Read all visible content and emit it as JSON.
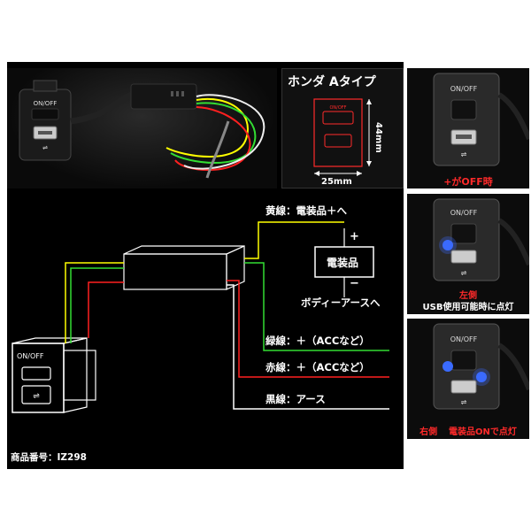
{
  "header_photo": {
    "switch_label": "ON/OFF"
  },
  "dimension_panel": {
    "title": "ホンダ Aタイプ",
    "width_label": "25mm",
    "height_label": "44mm",
    "switch_label": "ON/OFF"
  },
  "side_photos": [
    {
      "switch_label": "ON/OFF",
      "caption": "+がOFF時",
      "caption_color": "#ff2a2a"
    },
    {
      "switch_label": "ON/OFF",
      "caption_line1": "左側",
      "caption_line2": "USB使用可能時に点灯"
    },
    {
      "switch_label": "ON/OFF",
      "caption_part1": "右側",
      "caption_part2": "電装品ONで点灯"
    }
  ],
  "wiring": {
    "yellow_label": "黄線：電装品＋へ",
    "device_label": "電装品",
    "plus_sign": "+",
    "minus_sign": "−",
    "body_ground_label": "ボディーアースへ",
    "green_label": "緑線：＋（ACCなど）",
    "red_label": "赤線：＋（ACCなど）",
    "black_label": "黒線：アース",
    "switch_label": "ON/OFF",
    "colors": {
      "yellow": "#ffff00",
      "green": "#33dd33",
      "red": "#ff2020",
      "black_wire": "#ffffff",
      "led": "#3a6bff"
    }
  },
  "product_code": "商品番号：IZ298"
}
